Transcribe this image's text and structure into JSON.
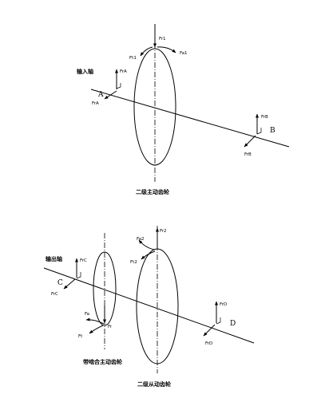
{
  "diagram_top": {
    "shaft_label": "输入轴",
    "gear_caption": "二级主动齿轮",
    "points": {
      "a": "A",
      "b": "B"
    },
    "forces": {
      "radial_top": "Fr1",
      "axial_top": "Fa1",
      "tangential": "Ft1",
      "bearing_a_vert": "FrA",
      "bearing_a_horiz": "FrA",
      "bearing_b_vert": "FrB",
      "bearing_b_horiz": "FrB"
    }
  },
  "diagram_bottom": {
    "shaft_label": "输出轴",
    "small_gear_caption": "带啮合主动齿轮",
    "large_gear_caption": "二级从动齿轮",
    "points": {
      "c": "C",
      "d": "D"
    },
    "forces": {
      "large_radial": "Fr2",
      "large_axial": "Fa2",
      "large_tangential": "Ft2",
      "bearing_c_vert": "FrC",
      "bearing_c_horiz": "FrC",
      "small_axial": "Fa",
      "small_tangential": "Ft",
      "small_radial": "Fr",
      "bearing_d_vert": "FrD",
      "bearing_d_horiz": "FrD"
    }
  }
}
